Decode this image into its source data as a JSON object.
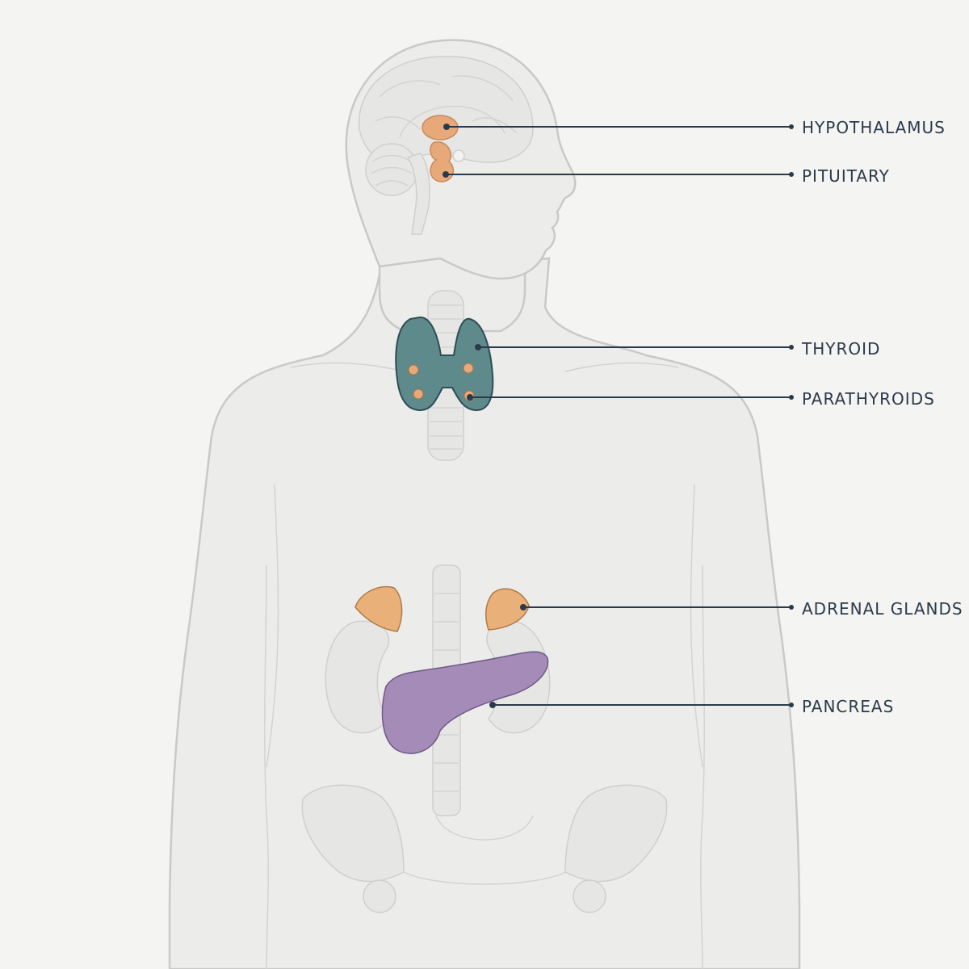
{
  "labels": {
    "hypothalamus": "HYPOTHALAMUS",
    "pituitary": "PITUITARY",
    "thyroid": "THYROID",
    "parathyroids": "PARATHYROIDS",
    "adrenal_glands": "ADRENAL GLANDS",
    "pancreas": "PANCREAS"
  },
  "colors": {
    "background": "#f4f4f2",
    "body": "#ececea",
    "outline": "#c9c9c7",
    "leader": "#2b3a4a",
    "hypothalamus_pituitary": "#e8a97a",
    "thyroid": "#5f8a8c",
    "parathyroid": "#e8a97a",
    "adrenal": "#eab07a",
    "pancreas": "#a58cb8"
  }
}
